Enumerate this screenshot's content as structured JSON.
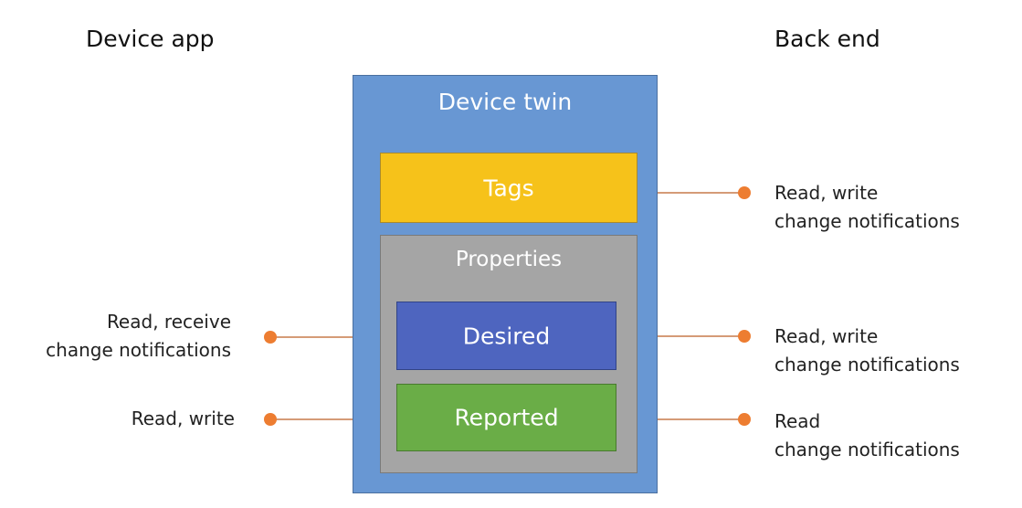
{
  "headings": {
    "left": "Device app",
    "right": "Back end"
  },
  "twin": {
    "title": "Device twin",
    "tags_label": "Tags",
    "properties_title": "Properties",
    "desired_label": "Desired",
    "reported_label": "Reported"
  },
  "annotations": {
    "tags_back_line1": "Read, write",
    "tags_back_line2": "change notifications",
    "desired_device_line1": "Read, receive",
    "desired_device_line2": "change notifications",
    "desired_back_line1": "Read, write",
    "desired_back_line2": "change notifications",
    "reported_device_line1": "Read, write",
    "reported_back_line1": "Read",
    "reported_back_line2": "change notifications"
  },
  "colors": {
    "twin": "#6897d3",
    "tags": "#f6c21a",
    "properties": "#a5a5a5",
    "desired": "#4e65bf",
    "reported": "#6aad47",
    "connector_line": "#c77a4a",
    "connector_dot": "#ed7d31"
  }
}
